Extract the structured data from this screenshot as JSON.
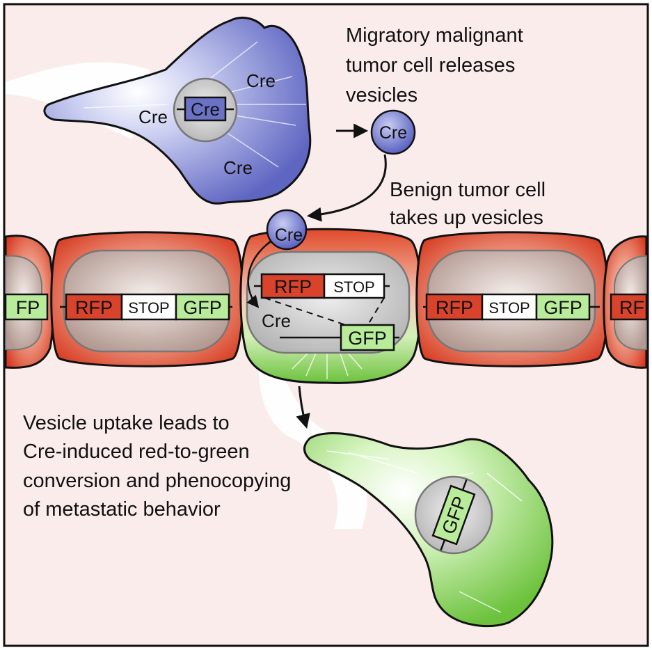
{
  "captions": {
    "malignant": [
      "Migratory malignant",
      "tumor cell releases",
      "vesicles"
    ],
    "benign": [
      "Benign tumor cell",
      "takes up vesicles"
    ],
    "conversion": [
      "Vesicle uptake leads to",
      "Cre-induced red-to-green",
      "conversion and phenocopying",
      "of metastatic behavior"
    ]
  },
  "labels": {
    "cre": "Cre",
    "rfp": "RFP",
    "gfp": "GFP",
    "stop": "STOP",
    "rfp_cut": "RF",
    "gfp_cut": "FP"
  },
  "colors": {
    "background": "#fbecec",
    "malignant_cell": "#6e74c8",
    "red_cell": "#d9432b",
    "green_cell": "#8fd05a",
    "rfp_box": "#d9432b",
    "gfp_box": "#b8ec9a",
    "outline": "#111111"
  },
  "icons": [
    "arrow-icon"
  ]
}
